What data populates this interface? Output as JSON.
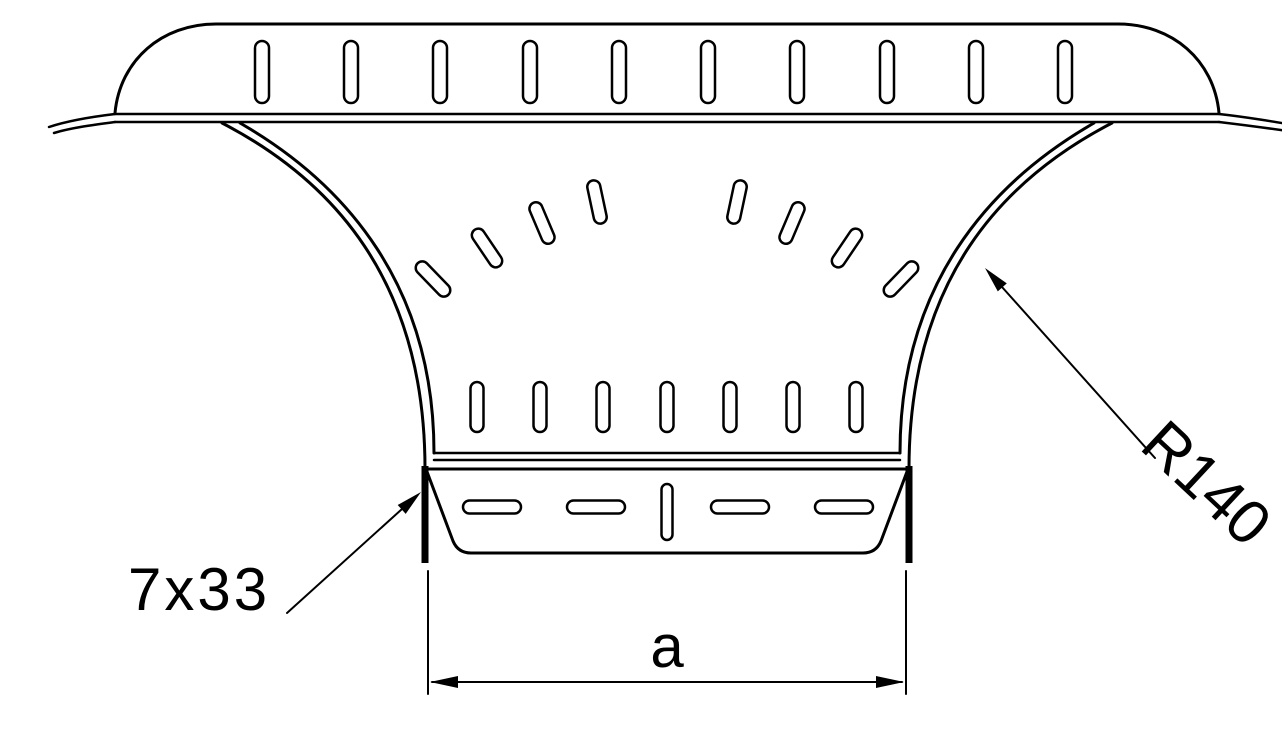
{
  "drawing": {
    "type": "technical-drawing",
    "subject": "Perforated cable tray tee fitting, top view",
    "annotations": {
      "slot_size_label": "7x33",
      "radius_label": "R140",
      "width_dim_label": "a"
    },
    "colors": {
      "line": "#000000",
      "background": "#ffffff"
    }
  }
}
